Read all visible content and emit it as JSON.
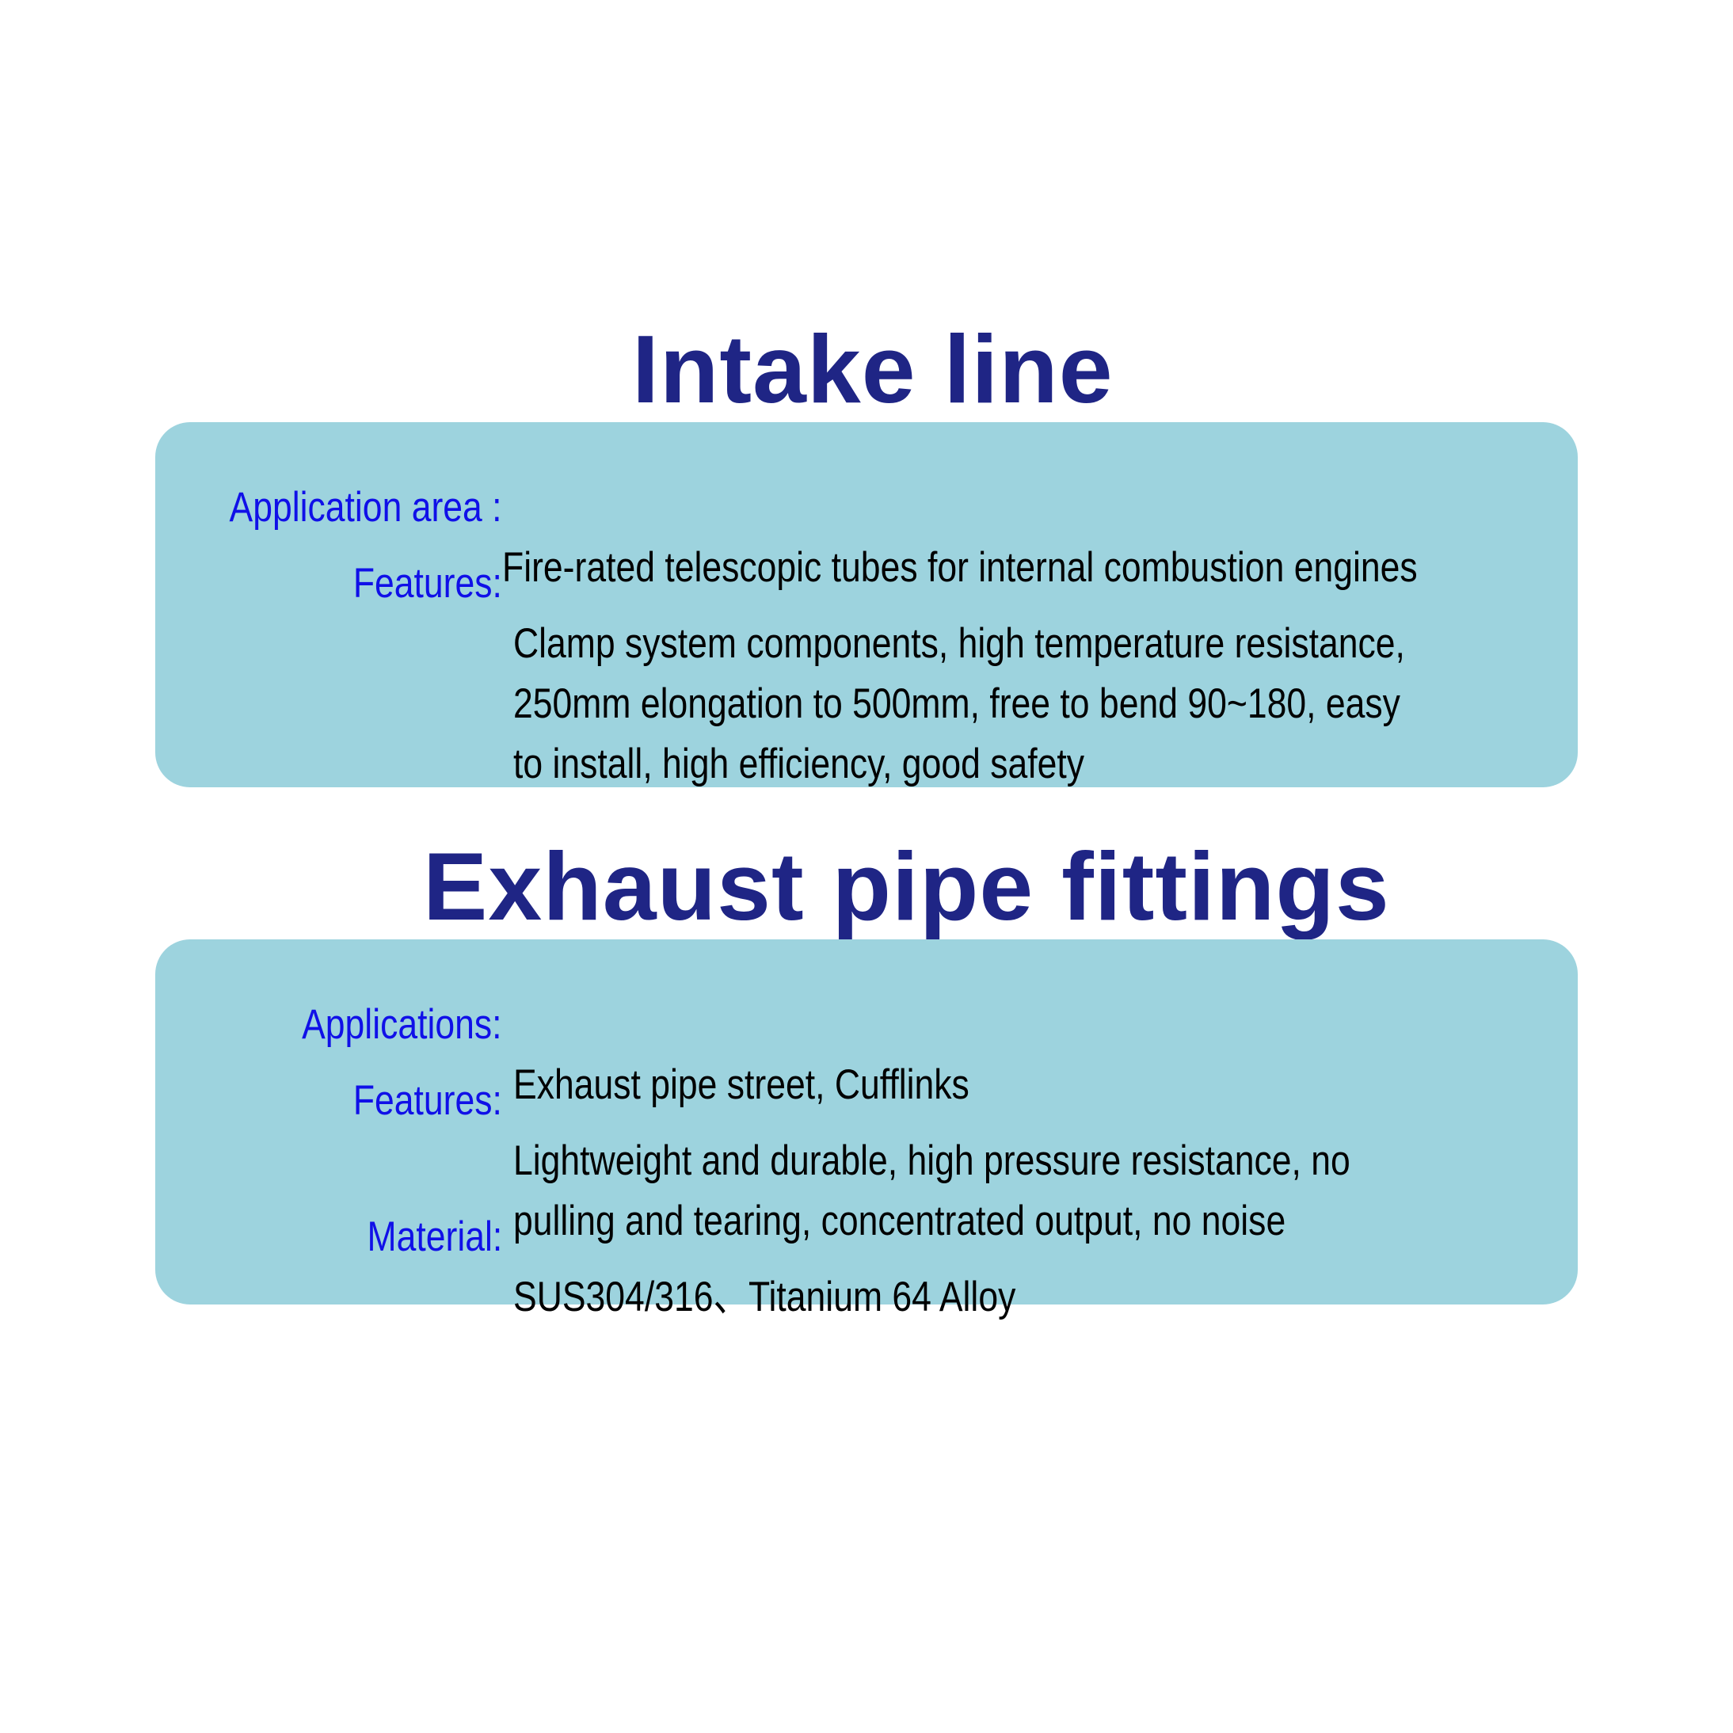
{
  "intake": {
    "title": "Intake line",
    "application_label": "Application area :",
    "application_value": "Fire-rated telescopic tubes for internal combustion engines",
    "features_label": "Features:",
    "features_value": "Clamp system components, high temperature resistance,\n250mm elongation to 500mm, free to bend 90~180, easy\nto install, high efficiency, good safety"
  },
  "exhaust": {
    "title": "Exhaust pipe fittings",
    "applications_label": "Applications:",
    "applications_value": "Exhaust pipe street, Cufflinks",
    "features_label": "Features:",
    "features_value": "Lightweight and durable, high pressure resistance, no\npulling and tearing, concentrated output, no noise",
    "material_label": "Material:",
    "material_value": "SUS304/316、Titanium 64 Alloy"
  },
  "colors": {
    "title": "#1f2585",
    "panel": "#9dd3de",
    "label": "#1010e8",
    "value": "#000000"
  }
}
